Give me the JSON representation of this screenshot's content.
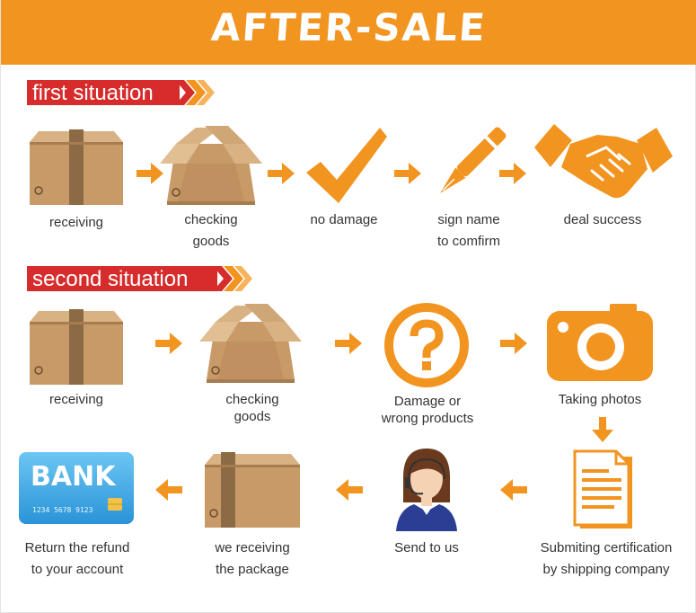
{
  "header": {
    "title": "AFTER-SALE"
  },
  "colors": {
    "accent": "#f29420",
    "banner": "#d62c2c",
    "box": "#c89a68",
    "card": "#3aa9e8"
  },
  "first_situation": {
    "title": "first situation",
    "steps": [
      {
        "icon": "box-icon",
        "line1": "receiving",
        "line2": ""
      },
      {
        "icon": "open-box-icon",
        "line1": "checking",
        "line2": "goods"
      },
      {
        "icon": "checkmark-icon",
        "line1": "no damage",
        "line2": ""
      },
      {
        "icon": "pen-icon",
        "line1": "sign name",
        "line2": "to comfirm"
      },
      {
        "icon": "handshake-icon",
        "line1": "deal success",
        "line2": ""
      }
    ]
  },
  "second_situation": {
    "title": "second situation",
    "steps": [
      {
        "icon": "box-icon",
        "line1": "receiving",
        "line2": ""
      },
      {
        "icon": "open-box-icon",
        "line1": "checking",
        "line2": "goods"
      },
      {
        "icon": "question-icon",
        "line1": "Damage or",
        "line2": "wrong products"
      },
      {
        "icon": "camera-icon",
        "line1": "Taking photos",
        "line2": ""
      },
      {
        "icon": "document-icon",
        "line1": "Submiting certification",
        "line2": "by shipping company"
      },
      {
        "icon": "agent-icon",
        "line1": "Send to us",
        "line2": ""
      },
      {
        "icon": "box-icon",
        "line1": "we receiving",
        "line2": "the package"
      },
      {
        "icon": "bank-card-icon",
        "line1": "Return the refund",
        "line2": "to your account"
      }
    ]
  },
  "bank_card": {
    "brand": "BANK",
    "number": "1234 5678 9123"
  }
}
